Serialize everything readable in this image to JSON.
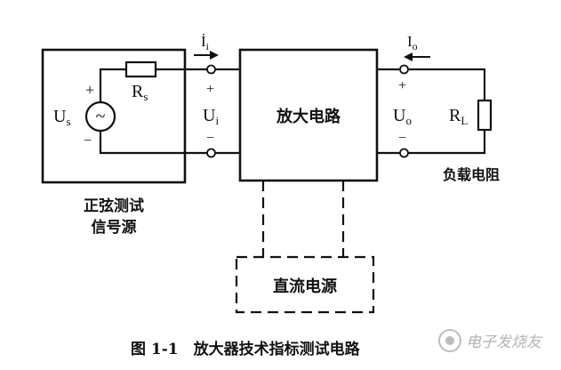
{
  "diagram": {
    "source_box": {
      "label_line1": "正弦测试",
      "label_line2": "信号源"
    },
    "source": {
      "symbol": "U",
      "subscript": "s"
    },
    "source_resistor": {
      "symbol": "R",
      "subscript": "s"
    },
    "input_current": {
      "symbol": "İ",
      "subscript": "i"
    },
    "input_voltage": {
      "symbol": "U",
      "subscript": "i"
    },
    "amplifier": {
      "label": "放大电路"
    },
    "output_current": {
      "symbol": "I",
      "subscript": "o"
    },
    "output_voltage": {
      "symbol": "U",
      "subscript": "o"
    },
    "load_resistor": {
      "symbol": "R",
      "subscript": "L"
    },
    "load_label": "负载电阻",
    "power_supply": {
      "label": "直流电源"
    },
    "caption": "图 1-1　放大器技术指标测试电路",
    "watermark": "电子发烧友",
    "plus": "+",
    "minus": "−",
    "ac_symbol": "~"
  }
}
